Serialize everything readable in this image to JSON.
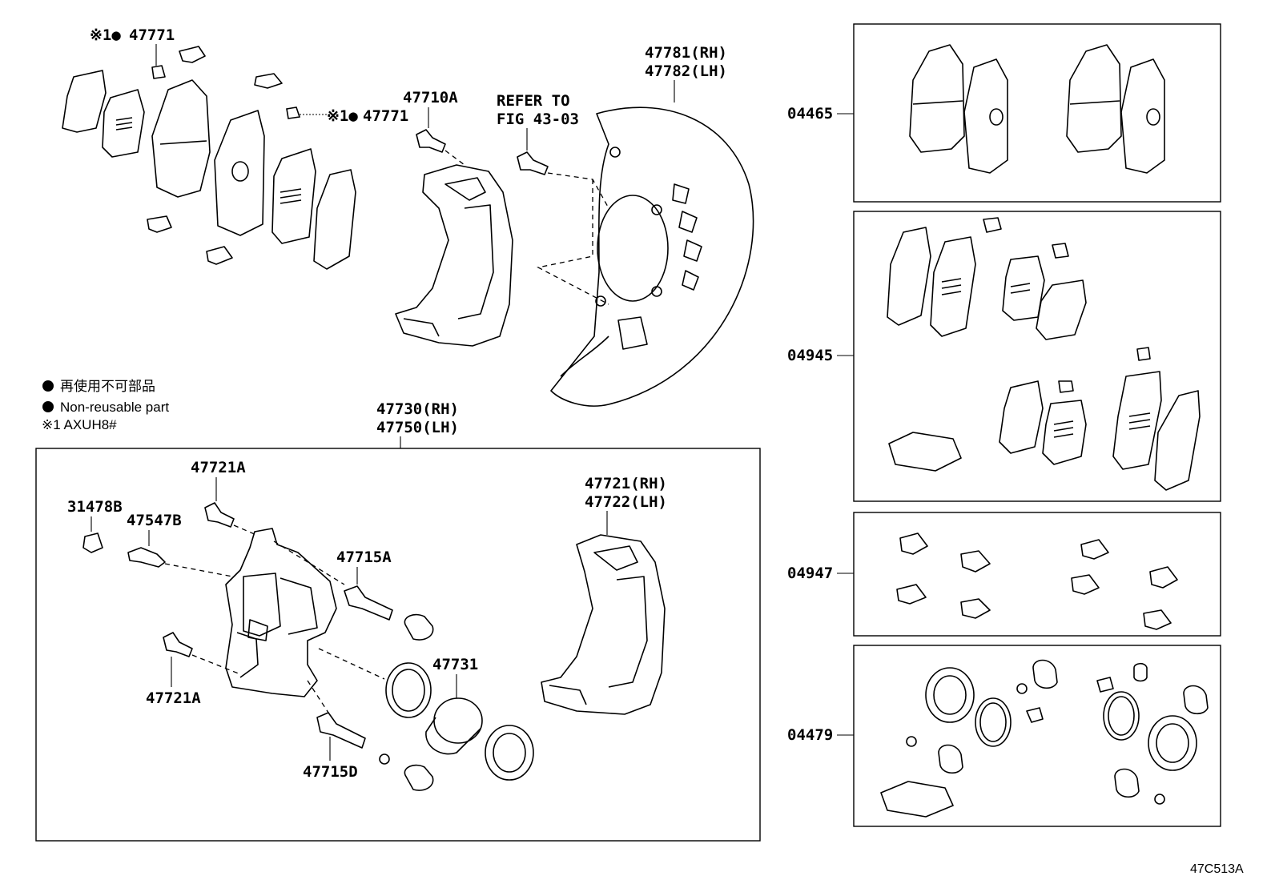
{
  "labels": {
    "clip_top": "47771",
    "clip_top_marks": "※1●",
    "clip_mid": "47771",
    "clip_mid_marks": "※1●",
    "bolt_mount": "47710A",
    "refer_line1": "REFER TO",
    "refer_line2": "FIG 43-03",
    "shield_rh": "47781(RH)",
    "shield_lh": "47782(LH)",
    "caliper_rh": "47730(RH)",
    "caliper_lh": "47750(LH)",
    "bolt_upper": "47721A",
    "cap": "31478B",
    "bleeder": "47547B",
    "pin_a": "47715A",
    "bolt_lower": "47721A",
    "piston": "47731",
    "pin_d": "47715D",
    "mount_rh": "47721(RH)",
    "mount_lh": "47722(LH)",
    "kit_pads": "04465",
    "kit_shims": "04945",
    "kit_clips": "04947",
    "kit_seals": "04479",
    "figure_code": "47C513A"
  },
  "legend": {
    "line1": "再使用不可部品",
    "line2": "Non-reusable part",
    "line3": "※1 AXUH8#"
  }
}
